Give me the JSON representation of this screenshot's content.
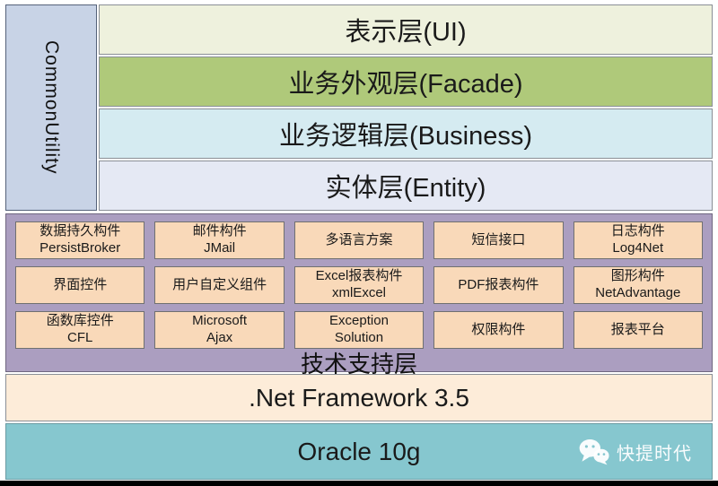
{
  "title": "layered-architecture-diagram",
  "left_bar": {
    "label": "CommonUtility"
  },
  "layers": [
    {
      "id": "ui",
      "label": "表示层(UI)"
    },
    {
      "id": "facade",
      "label": "业务外观层(Facade)"
    },
    {
      "id": "business",
      "label": "业务逻辑层(Business)"
    },
    {
      "id": "entity",
      "label": "实体层(Entity)"
    }
  ],
  "tech_section": {
    "label": "技术支持层",
    "components": [
      {
        "line1": "数据持久构件",
        "line2": "PersistBroker"
      },
      {
        "line1": "邮件构件",
        "line2": "JMail"
      },
      {
        "line1": "多语言方案",
        "line2": ""
      },
      {
        "line1": "短信接口",
        "line2": ""
      },
      {
        "line1": "日志构件",
        "line2": "Log4Net"
      },
      {
        "line1": "界面控件",
        "line2": ""
      },
      {
        "line1": "用户自定义组件",
        "line2": ""
      },
      {
        "line1": "Excel报表构件",
        "line2": "xmlExcel"
      },
      {
        "line1": "PDF报表构件",
        "line2": ""
      },
      {
        "line1": "图形构件",
        "line2": "NetAdvantage"
      },
      {
        "line1": "函数库控件",
        "line2": "CFL"
      },
      {
        "line1": "Microsoft",
        "line2": "Ajax"
      },
      {
        "line1": "Exception",
        "line2": "Solution"
      },
      {
        "line1": "权限构件",
        "line2": ""
      },
      {
        "line1": "报表平台",
        "line2": ""
      }
    ]
  },
  "framework_layer": {
    "label": ".Net Framework 3.5"
  },
  "database_layer": {
    "label": "Oracle 10g"
  },
  "watermark": {
    "label": "快提时代",
    "icon": "wechat-icon"
  },
  "palette": {
    "common_bar_bg": "#c8d3e6",
    "ui_layer_bg": "#eef1dd",
    "facade_layer_bg": "#afc97a",
    "business_layer_bg": "#d5ebf1",
    "entity_layer_bg": "#e5e9f4",
    "tech_section_bg": "#ab9ec0",
    "component_box_bg": "#f9d9b9",
    "framework_layer_bg": "#fdecd9",
    "database_layer_bg": "#86c7cf",
    "bottom_strip": "#000000"
  }
}
